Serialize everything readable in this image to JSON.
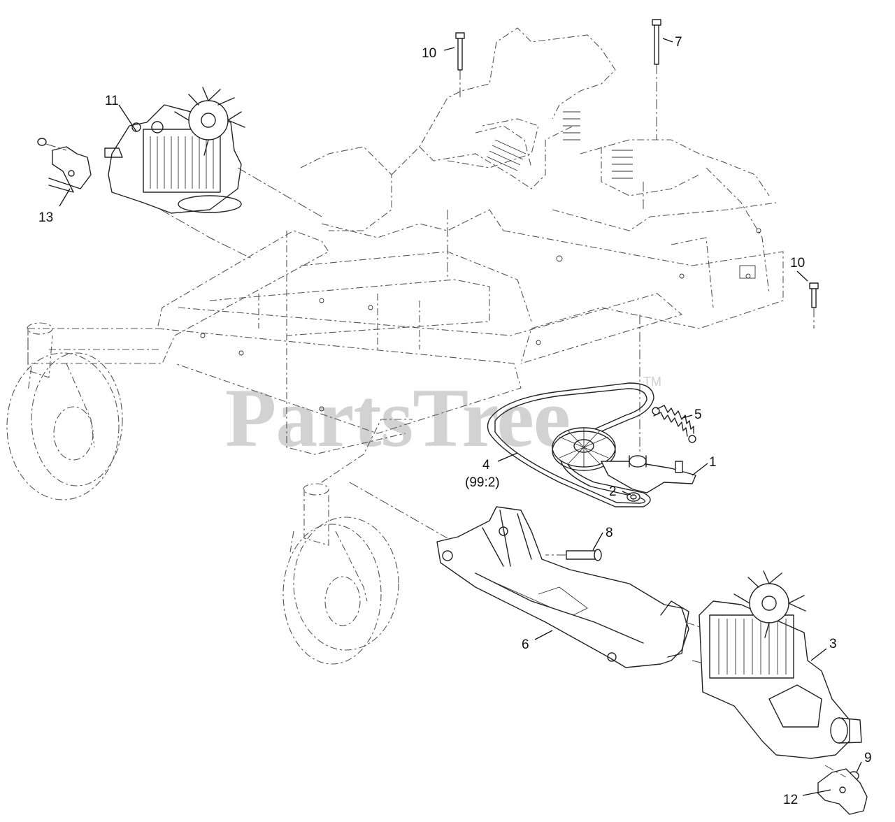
{
  "watermark": {
    "text": "PartsTree",
    "trademark": "TM"
  },
  "callouts": [
    {
      "id": "c10a",
      "label": "10"
    },
    {
      "id": "c7",
      "label": "7"
    },
    {
      "id": "c11",
      "label": "11"
    },
    {
      "id": "c13",
      "label": "13"
    },
    {
      "id": "c10b",
      "label": "10"
    },
    {
      "id": "c5",
      "label": "5"
    },
    {
      "id": "c1",
      "label": "1"
    },
    {
      "id": "c4",
      "label": "4"
    },
    {
      "id": "c4sub",
      "label": "(99:2)"
    },
    {
      "id": "c2",
      "label": "2"
    },
    {
      "id": "c8",
      "label": "8"
    },
    {
      "id": "c6",
      "label": "6"
    },
    {
      "id": "c3",
      "label": "3"
    },
    {
      "id": "c9",
      "label": "9"
    },
    {
      "id": "c12",
      "label": "12"
    }
  ]
}
